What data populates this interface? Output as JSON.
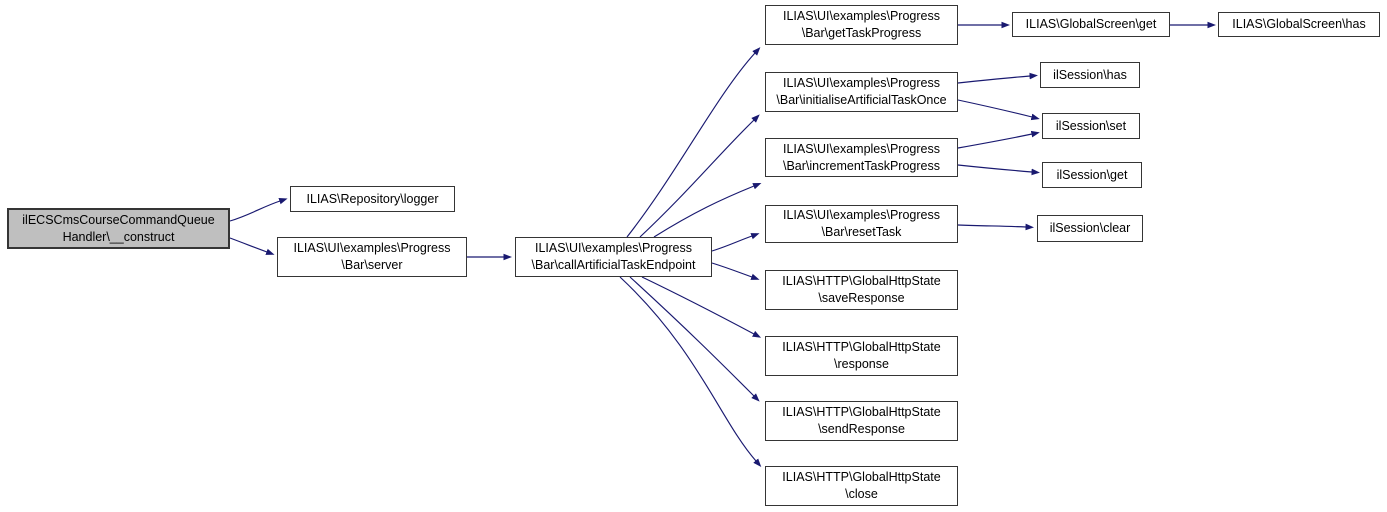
{
  "diagram": {
    "type": "call-graph",
    "colors": {
      "edge": "#191970",
      "node_border": "#353535",
      "node_fill": "#ffffff",
      "root_fill": "#bfbfbf",
      "text": "#000000",
      "background": "#ffffff"
    },
    "nodes": [
      {
        "id": "construct",
        "lines": [
          "ilECSCmsCourseCommandQueue",
          "Handler\\__construct"
        ]
      },
      {
        "id": "repository-logger",
        "lines": [
          "ILIAS\\Repository\\logger"
        ]
      },
      {
        "id": "progress-bar-server",
        "lines": [
          "ILIAS\\UI\\examples\\Progress",
          "\\Bar\\server"
        ]
      },
      {
        "id": "call-artificial-task-endpoint",
        "lines": [
          "ILIAS\\UI\\examples\\Progress",
          "\\Bar\\callArtificialTaskEndpoint"
        ]
      },
      {
        "id": "get-task-progress",
        "lines": [
          "ILIAS\\UI\\examples\\Progress",
          "\\Bar\\getTaskProgress"
        ]
      },
      {
        "id": "initialise-artificial-task-once",
        "lines": [
          "ILIAS\\UI\\examples\\Progress",
          "\\Bar\\initialiseArtificialTaskOnce"
        ]
      },
      {
        "id": "increment-task-progress",
        "lines": [
          "ILIAS\\UI\\examples\\Progress",
          "\\Bar\\incrementTaskProgress"
        ]
      },
      {
        "id": "reset-task",
        "lines": [
          "ILIAS\\UI\\examples\\Progress",
          "\\Bar\\resetTask"
        ]
      },
      {
        "id": "save-response",
        "lines": [
          "ILIAS\\HTTP\\GlobalHttpState",
          "\\saveResponse"
        ]
      },
      {
        "id": "response",
        "lines": [
          "ILIAS\\HTTP\\GlobalHttpState",
          "\\response"
        ]
      },
      {
        "id": "send-response",
        "lines": [
          "ILIAS\\HTTP\\GlobalHttpState",
          "\\sendResponse"
        ]
      },
      {
        "id": "close",
        "lines": [
          "ILIAS\\HTTP\\GlobalHttpState",
          "\\close"
        ]
      },
      {
        "id": "globalscreen-get",
        "lines": [
          "ILIAS\\GlobalScreen\\get"
        ]
      },
      {
        "id": "globalscreen-has",
        "lines": [
          "ILIAS\\GlobalScreen\\has"
        ]
      },
      {
        "id": "session-has",
        "lines": [
          "ilSession\\has"
        ]
      },
      {
        "id": "session-set",
        "lines": [
          "ilSession\\set"
        ]
      },
      {
        "id": "session-get",
        "lines": [
          "ilSession\\get"
        ]
      },
      {
        "id": "session-clear",
        "lines": [
          "ilSession\\clear"
        ]
      }
    ],
    "edges": [
      {
        "from": "construct",
        "to": "repository-logger"
      },
      {
        "from": "construct",
        "to": "progress-bar-server"
      },
      {
        "from": "progress-bar-server",
        "to": "call-artificial-task-endpoint"
      },
      {
        "from": "call-artificial-task-endpoint",
        "to": "get-task-progress"
      },
      {
        "from": "call-artificial-task-endpoint",
        "to": "initialise-artificial-task-once"
      },
      {
        "from": "call-artificial-task-endpoint",
        "to": "increment-task-progress"
      },
      {
        "from": "call-artificial-task-endpoint",
        "to": "reset-task"
      },
      {
        "from": "call-artificial-task-endpoint",
        "to": "save-response"
      },
      {
        "from": "call-artificial-task-endpoint",
        "to": "response"
      },
      {
        "from": "call-artificial-task-endpoint",
        "to": "send-response"
      },
      {
        "from": "call-artificial-task-endpoint",
        "to": "close"
      },
      {
        "from": "get-task-progress",
        "to": "globalscreen-get"
      },
      {
        "from": "globalscreen-get",
        "to": "globalscreen-has"
      },
      {
        "from": "initialise-artificial-task-once",
        "to": "session-has"
      },
      {
        "from": "initialise-artificial-task-once",
        "to": "session-set"
      },
      {
        "from": "increment-task-progress",
        "to": "session-set"
      },
      {
        "from": "increment-task-progress",
        "to": "session-get"
      },
      {
        "from": "reset-task",
        "to": "session-clear"
      }
    ]
  }
}
